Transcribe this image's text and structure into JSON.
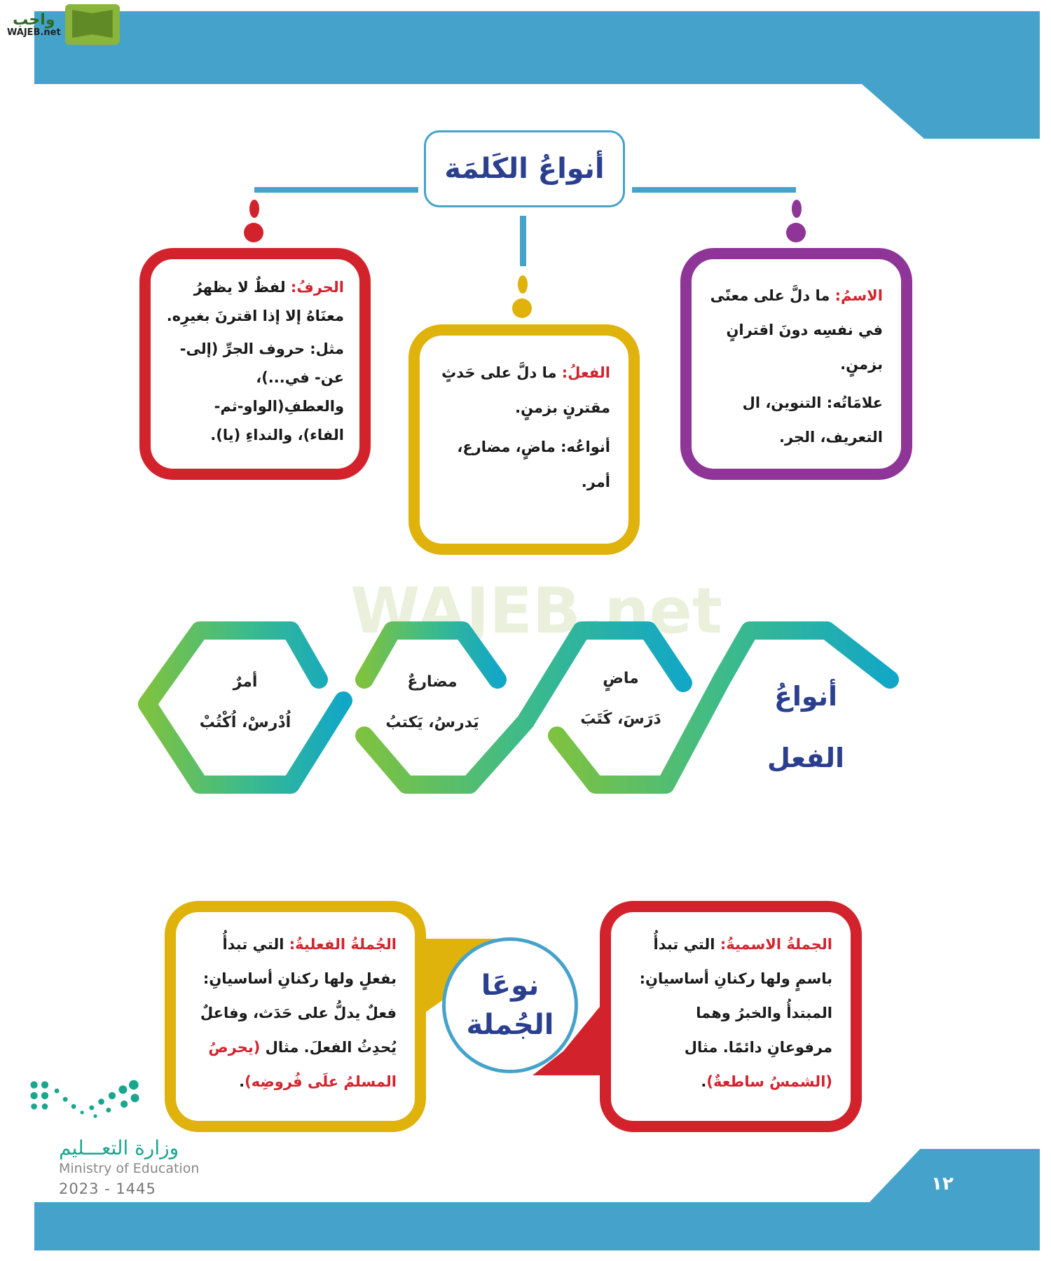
{
  "logo": {
    "arabic": "واجب",
    "latin": "WAJEB.net"
  },
  "title": "أنواعُ الكَلمَة",
  "cards": {
    "harf": {
      "term": "الحرفُ:",
      "lines": [
        "لفظٌ لا يظهرُ معنَاهُ إلا إذا اقترنَ بغيرِه.",
        "مثل: حروف الجرِّ (إلى- عن- في...)، والعطفِ(الواو-ثم- الفاء)، والنداءِ (يا)."
      ]
    },
    "fiil": {
      "term": "الفعلُ:",
      "lines": [
        "ما دلَّ على حَدثٍ مقترنٍ بزمنٍ.",
        "أنواعُه: ماضٍ، مضارع، أمر."
      ]
    },
    "ism": {
      "term": "الاسمُ:",
      "lines": [
        "ما دلَّ على معنًى في نفسِه دونَ اقترانٍ بزمنٍ.",
        "علامَاتُه: التنوين، ال التعريف، الجر."
      ]
    }
  },
  "verb_types": {
    "title_line1": "أنواعُ",
    "title_line2": "الفعل",
    "items": [
      {
        "name": "ماضٍ",
        "example": "دَرَسَ، كَتَبَ"
      },
      {
        "name": "مضارعٌ",
        "example": "يَدرسُ، يَكتبُ"
      },
      {
        "name": "أمرٌ",
        "example": "اُدْرسْ، اُكْتُبْ"
      }
    ]
  },
  "sentence_types": {
    "title_line1": "نوعَا",
    "title_line2": "الجُملة",
    "nominal": {
      "term": "الجملةُ الاسميةُ:",
      "text": "التي تبدأُ باسمٍ ولها ركنانِ أساسيانِ: المبتدأُ والخبرُ وهما مرفوعانِ دائمًا. مثال",
      "example": "(الشمسُ ساطعةٌ)",
      "end": "."
    },
    "verbal": {
      "term": "الجُملةُ الفعليةُ:",
      "text": "التي تبدأُ بفعلٍ ولها ركنانِ أساسيانِ: فعلٌ يدلُّ على حَدَث، وفاعلٌ يُحدِثُ الفعلَ. مثال",
      "example": "(يحرصُ المسلمُ علَى فُروضِه)",
      "end": "."
    }
  },
  "watermark": "WAJEB.net",
  "ministry": {
    "arabic": "وزارة التعـــليم",
    "english": "Ministry of Education",
    "year": "2023 - 1445"
  },
  "page_number": "١٢",
  "colors": {
    "blue": "#45a3cb",
    "red": "#d2232d",
    "yellow": "#dfb20c",
    "purple": "#8e3597",
    "navy": "#2b3f8f"
  }
}
